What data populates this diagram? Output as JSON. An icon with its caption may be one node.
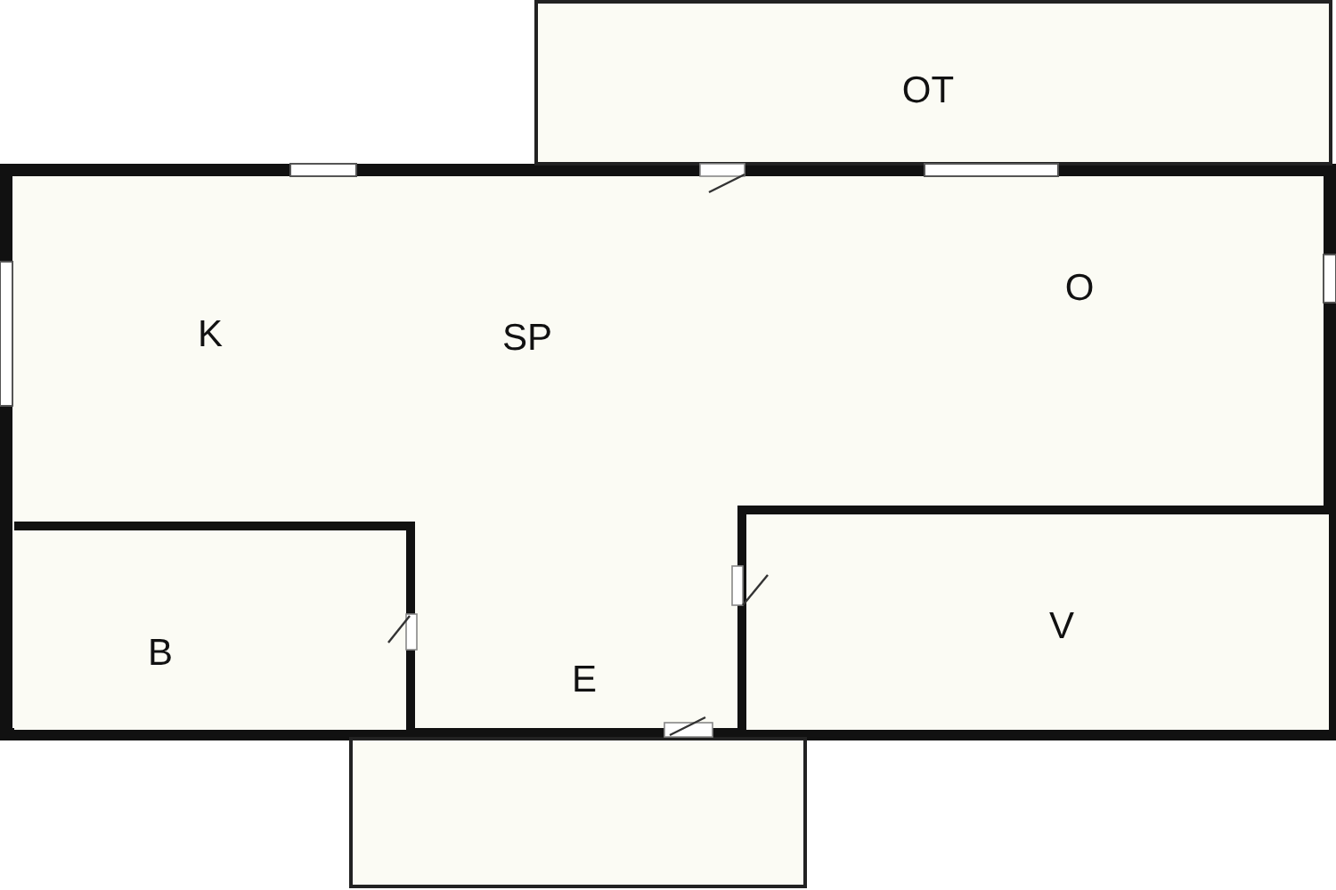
{
  "diagram": {
    "nodes": [
      {
        "text": [
          "OT"
        ]
      },
      {
        "text": [
          "B"
        ]
      },
      {
        "text": [
          "V"
        ]
      },
      {
        "text": [],
        "shape": "box"
      }
    ],
    "edges": [],
    "labels": [
      "K",
      "SP",
      "O",
      "E"
    ]
  }
}
